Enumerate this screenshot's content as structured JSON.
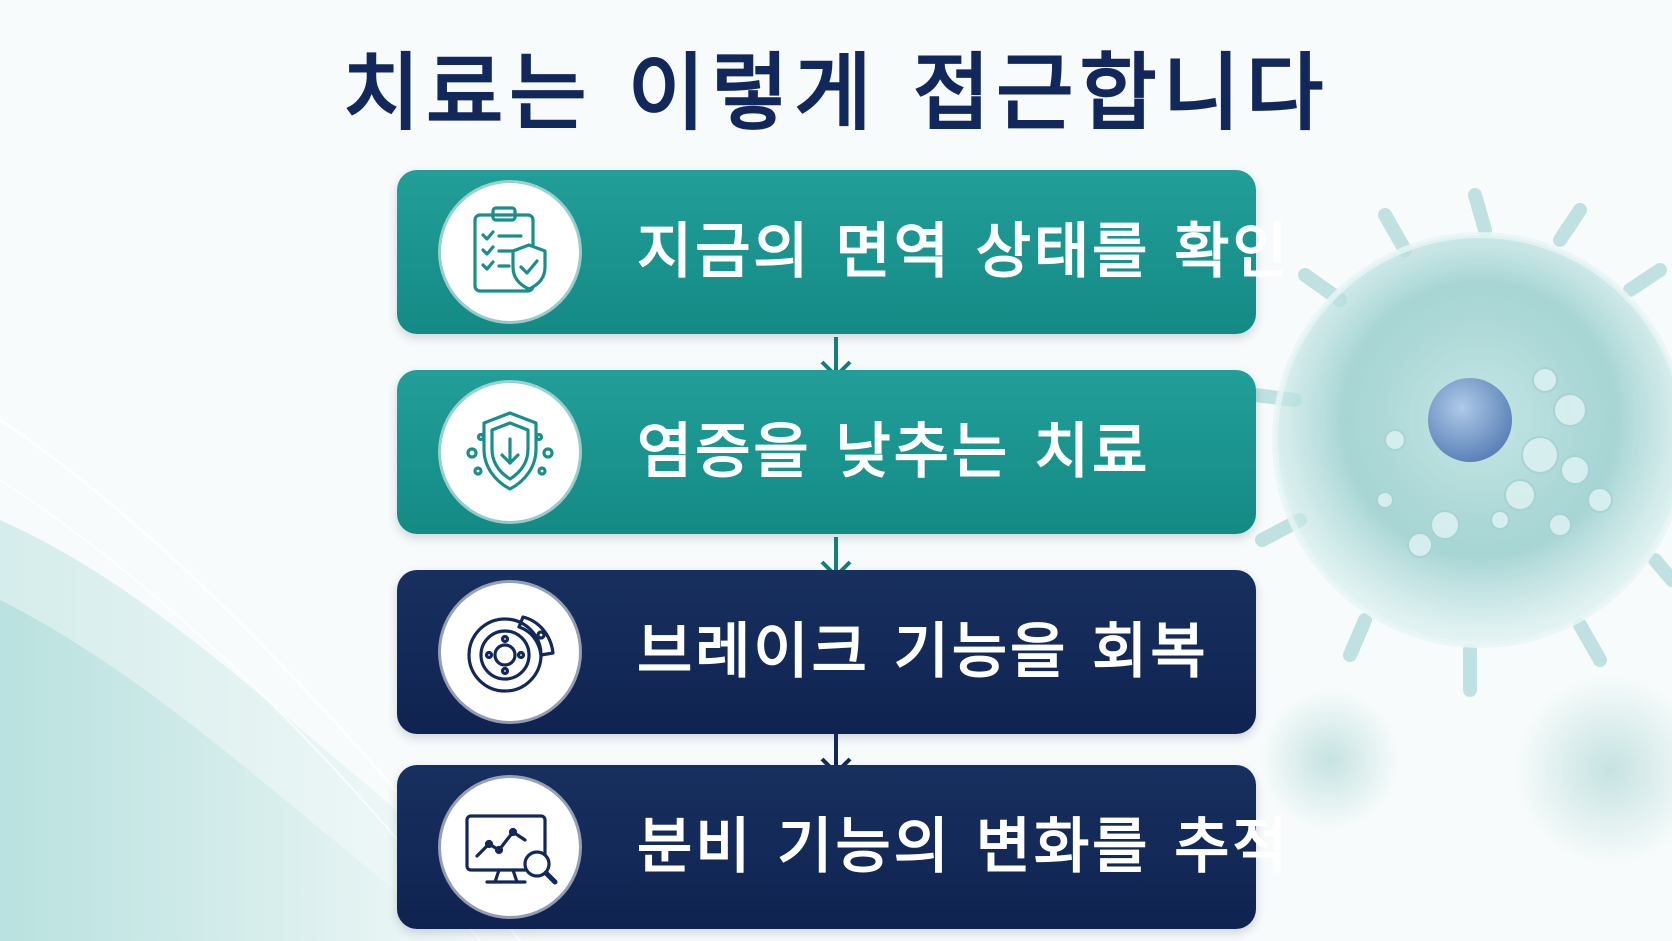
{
  "title": "치료는 이렇게 접근합니다",
  "colors": {
    "title": "#13285a",
    "teal": "#1a938e",
    "navy": "#132a59",
    "arrow": "#157f7a"
  },
  "steps": [
    {
      "label": "지금의 면역 상태를 확인",
      "icon": "clipboard-shield-icon",
      "style": "teal"
    },
    {
      "label": "염증을 낮추는 치료",
      "icon": "shield-down-arrow-icon",
      "style": "teal"
    },
    {
      "label": "브레이크 기능을 회복",
      "icon": "brake-disc-icon",
      "style": "navy"
    },
    {
      "label": "분비 기능의 변화를 추적",
      "icon": "monitor-chart-magnifier-icon",
      "style": "navy"
    }
  ]
}
